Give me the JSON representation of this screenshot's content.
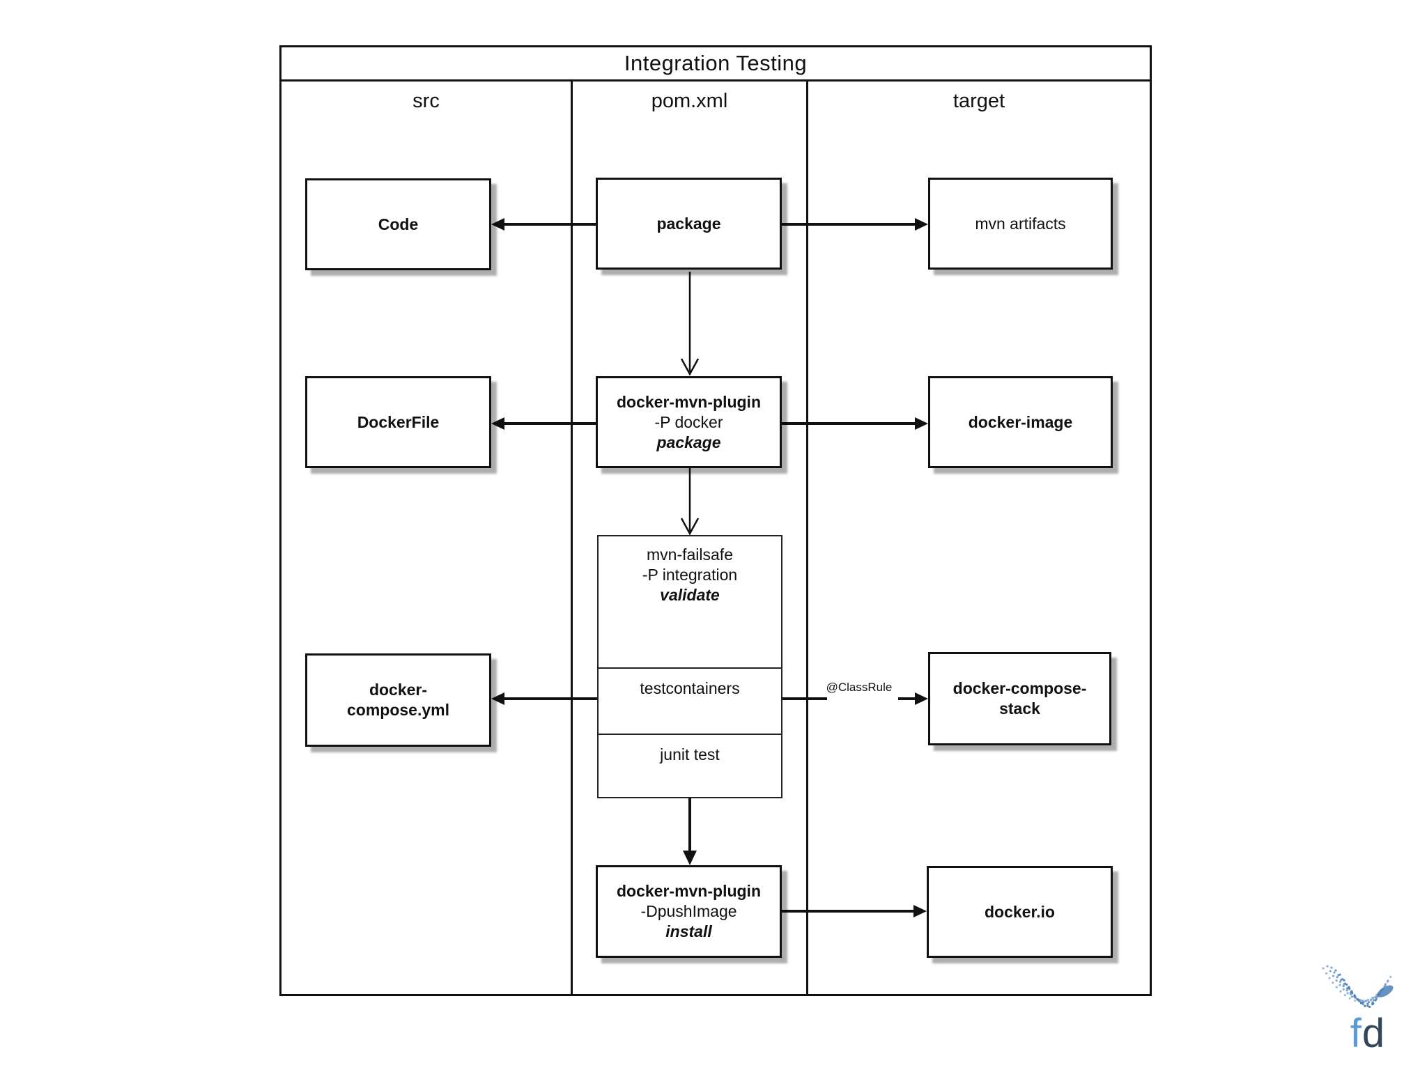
{
  "title": "Integration Testing",
  "columns": {
    "src": "src",
    "pom": "pom.xml",
    "target": "target"
  },
  "nodes": {
    "code": {
      "line1": "Code"
    },
    "package": {
      "line1": "package"
    },
    "mvn_artifacts": {
      "line1": "mvn artifacts"
    },
    "dockerfile": {
      "line1": "DockerFile"
    },
    "docker_mvn_plugin_package": {
      "line1": "docker-mvn-plugin",
      "line2": "-P docker",
      "line3": "package"
    },
    "docker_image": {
      "line1": "docker-image"
    },
    "mvn_failsafe": {
      "line1": "mvn-failsafe",
      "line2": "-P integration",
      "line3": "validate"
    },
    "testcontainers": {
      "line1": "testcontainers"
    },
    "junit_test": {
      "line1": "junit test"
    },
    "docker_compose_yml": {
      "line1": "docker-",
      "line2": "compose.yml"
    },
    "docker_compose_stack": {
      "line1": "docker-compose-",
      "line2": "stack"
    },
    "docker_mvn_plugin_install": {
      "line1": "docker-mvn-plugin",
      "line2": "-DpushImage",
      "line3": "install"
    },
    "docker_io": {
      "line1": "docker.io"
    }
  },
  "annotations": {
    "class_rule": "@ClassRule"
  },
  "edges": [
    {
      "from": "package",
      "to": "code",
      "style": "solid-arrow"
    },
    {
      "from": "package",
      "to": "mvn_artifacts",
      "style": "solid-arrow"
    },
    {
      "from": "package",
      "to": "docker_mvn_plugin_package",
      "style": "open-arrow"
    },
    {
      "from": "docker_mvn_plugin_package",
      "to": "dockerfile",
      "style": "solid-arrow"
    },
    {
      "from": "docker_mvn_plugin_package",
      "to": "docker_image",
      "style": "solid-arrow"
    },
    {
      "from": "docker_mvn_plugin_package",
      "to": "mvn_failsafe",
      "style": "open-arrow"
    },
    {
      "from": "testcontainers",
      "to": "docker_compose_yml",
      "style": "solid-arrow"
    },
    {
      "from": "testcontainers",
      "to": "docker_compose_stack",
      "style": "solid-arrow",
      "label": "@ClassRule"
    },
    {
      "from": "junit_test",
      "to": "docker_mvn_plugin_install",
      "style": "solid-arrow"
    },
    {
      "from": "docker_mvn_plugin_install",
      "to": "docker_io",
      "style": "solid-arrow"
    }
  ],
  "logo": {
    "f": "f",
    "d": "d"
  },
  "colors": {
    "line": "#111111",
    "shadow": "#aaaaaa",
    "logo_light_blue": "#5b9bd5",
    "logo_dark_blue": "#33475b"
  }
}
